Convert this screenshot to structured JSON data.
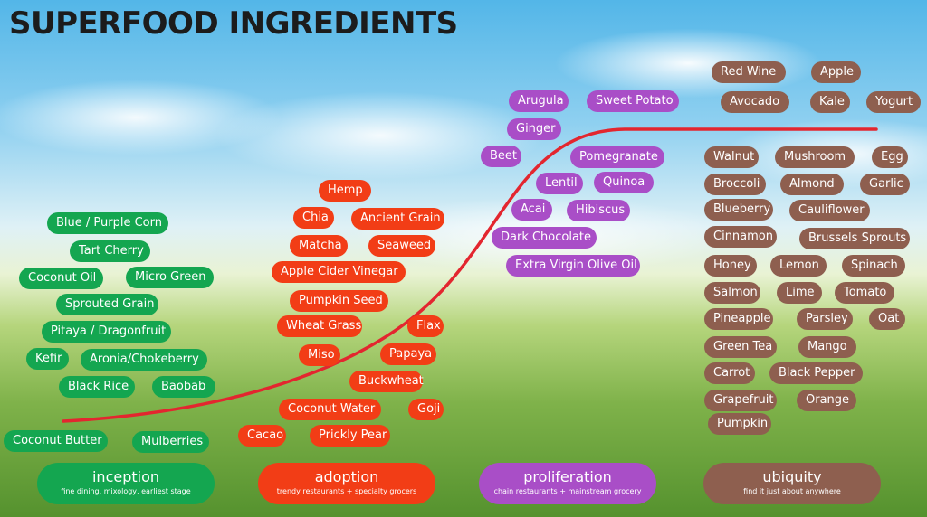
{
  "title": "SUPERFOOD INGREDIENTS",
  "colors": {
    "inception": "#14a650",
    "adoption": "#f23d16",
    "proliferation": "#a94ec7",
    "ubiquity": "#8e5f4f",
    "curve": "#e3262f"
  },
  "stages": [
    {
      "name": "inception",
      "description": "fine dining, mixology, earliest stage"
    },
    {
      "name": "adoption",
      "description": "trendy restaurants + specialty grocers"
    },
    {
      "name": "proliferation",
      "description": "chain restaurants + mainstream grocery"
    },
    {
      "name": "ubiquity",
      "description": "find it just about anywhere"
    }
  ],
  "ingredients": {
    "inception": [
      "Blue / Purple Corn",
      "Tart Cherry",
      "Coconut Oil",
      "Micro Green",
      "Sprouted Grain",
      "Pitaya / Dragonfruit",
      "Kefir",
      "Aronia/Chokeberry",
      "Black Rice",
      "Baobab",
      "Coconut Butter",
      "Mulberries"
    ],
    "adoption": [
      "Hemp",
      "Chia",
      "Ancient Grain",
      "Matcha",
      "Seaweed",
      "Apple Cider Vinegar",
      "Pumpkin Seed",
      "Wheat Grass",
      "Flax",
      "Miso",
      "Papaya",
      "Buckwheat",
      "Coconut Water",
      "Goji",
      "Cacao",
      "Prickly Pear"
    ],
    "proliferation": [
      "Arugula",
      "Sweet Potato",
      "Ginger",
      "Beet",
      "Pomegranate",
      "Lentil",
      "Quinoa",
      "Acai",
      "Hibiscus",
      "Dark Chocolate",
      "Extra Virgin Olive Oil"
    ],
    "ubiquity": [
      "Red Wine",
      "Apple",
      "Avocado",
      "Kale",
      "Yogurt",
      "Walnut",
      "Mushroom",
      "Egg",
      "Broccoli",
      "Almond",
      "Garlic",
      "Blueberry",
      "Cauliflower",
      "Cinnamon",
      "Brussels Sprouts",
      "Honey",
      "Lemon",
      "Spinach",
      "Salmon",
      "Lime",
      "Tomato",
      "Pineapple",
      "Parsley",
      "Oat",
      "Green Tea",
      "Mango",
      "Carrot",
      "Black Pepper",
      "Grapefruit",
      "Orange",
      "Pumpkin"
    ]
  }
}
